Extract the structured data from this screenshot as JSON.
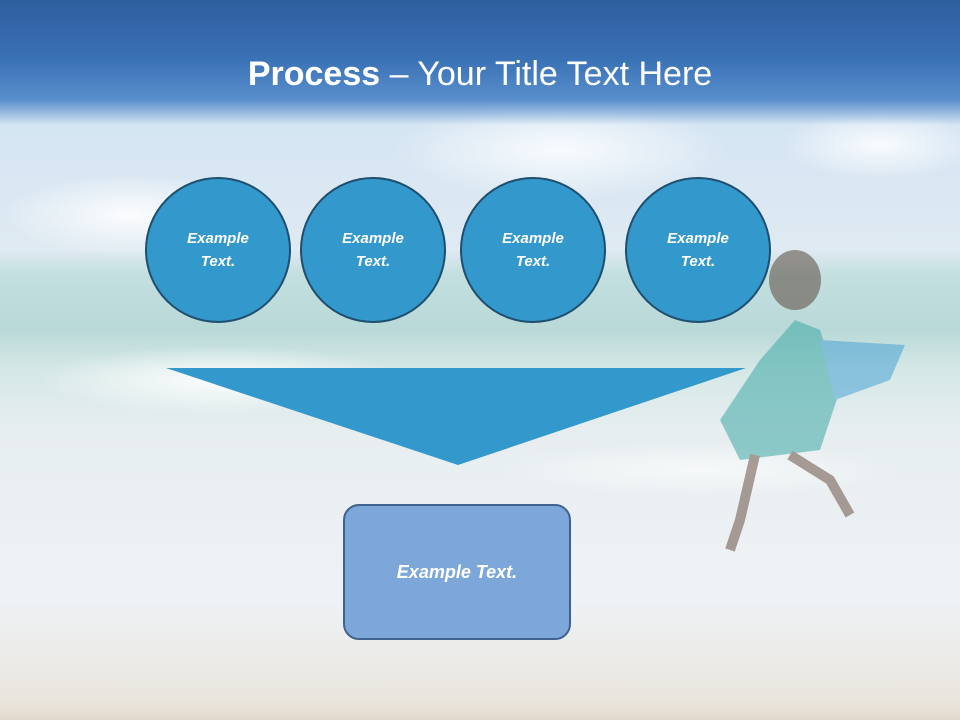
{
  "slide": {
    "title_bold": "Process",
    "title_rest": " – Your Title Text Here"
  },
  "circles": [
    {
      "label": "Example Text."
    },
    {
      "label": "Example Text."
    },
    {
      "label": "Example Text."
    },
    {
      "label": "Example Text."
    }
  ],
  "result_box": {
    "label": "Example Text."
  },
  "colors": {
    "circle_fill": "#3399cc",
    "circle_border": "#1f4e6e",
    "funnel_fill": "#3399cc",
    "box_fill": "#7ea7d9",
    "box_border": "#3f6390",
    "header": "#3a72b6"
  }
}
